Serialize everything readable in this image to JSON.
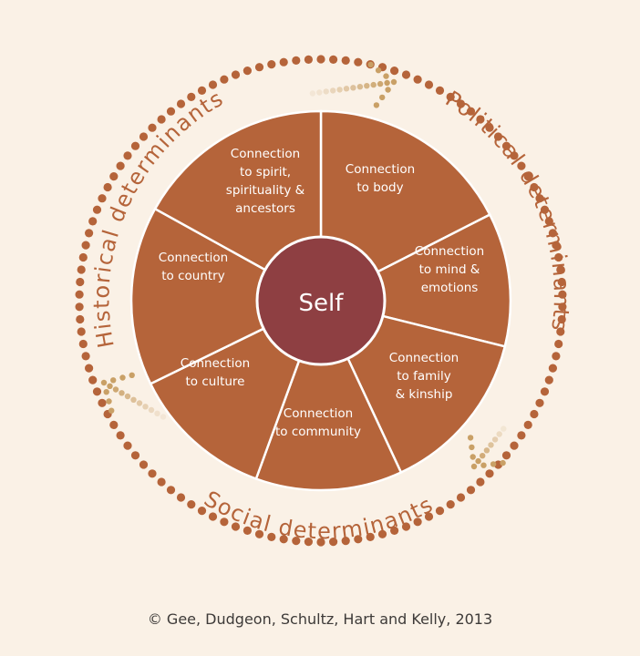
{
  "center": {
    "label": "Self"
  },
  "segments": [
    {
      "lines": [
        "Connection",
        "to body"
      ]
    },
    {
      "lines": [
        "Connection",
        "to mind &",
        "emotions"
      ]
    },
    {
      "lines": [
        "Connection",
        "to family",
        "& kinship"
      ]
    },
    {
      "lines": [
        "Connection",
        "to community"
      ]
    },
    {
      "lines": [
        "Connection",
        "to culture"
      ]
    },
    {
      "lines": [
        "Connection",
        "to country"
      ]
    },
    {
      "lines": [
        "Connection",
        "to spirit,",
        "spirituality &",
        "ancestors"
      ]
    }
  ],
  "determinants": {
    "historical": "Historical determinants",
    "political": "Political determinants",
    "social": "Social determinants"
  },
  "credit": "© Gee, Dudgeon, Schultz, Hart and Kelly, 2013",
  "colors": {
    "background": "#faf1e6",
    "segment": "#b5643a",
    "center": "#8e3f42",
    "ring_dots": "#b5643a",
    "arrow_dots": "#c9a066"
  }
}
